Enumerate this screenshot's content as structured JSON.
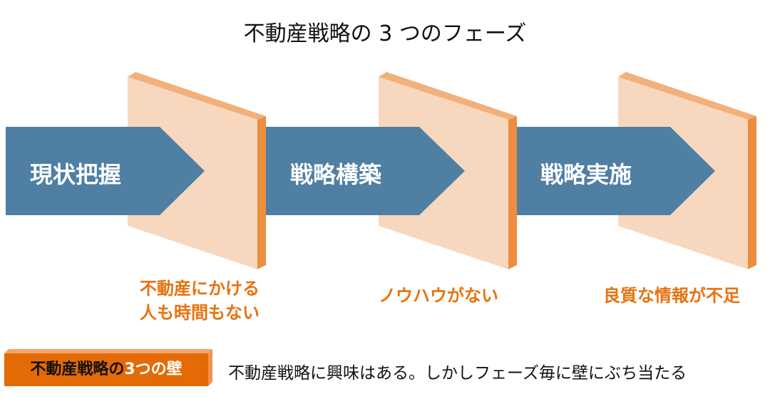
{
  "title": "不動産戦略の 3 つのフェーズ",
  "phases": [
    {
      "label": "現状把握"
    },
    {
      "label": "戦略構築"
    },
    {
      "label": "戦略実施"
    }
  ],
  "walls": [
    {
      "caption_line1": "不動産にかける",
      "caption_line2": "人も時間もない"
    },
    {
      "caption_line1": "ノウハウがない",
      "caption_line2": ""
    },
    {
      "caption_line1": "良質な情報が不足",
      "caption_line2": ""
    }
  ],
  "footer": {
    "badge_prefix": "不動産戦略の",
    "badge_highlight": "3つの壁",
    "description": "不動産戦略に興味はある。しかしフェーズ毎に壁にぶち当たる"
  },
  "colors": {
    "arrow": "#4F7FA3",
    "wall_front": "#F7D8BE",
    "wall_top": "#F2B07A",
    "wall_side": "#EC8E3F",
    "accent": "#E46A05"
  }
}
